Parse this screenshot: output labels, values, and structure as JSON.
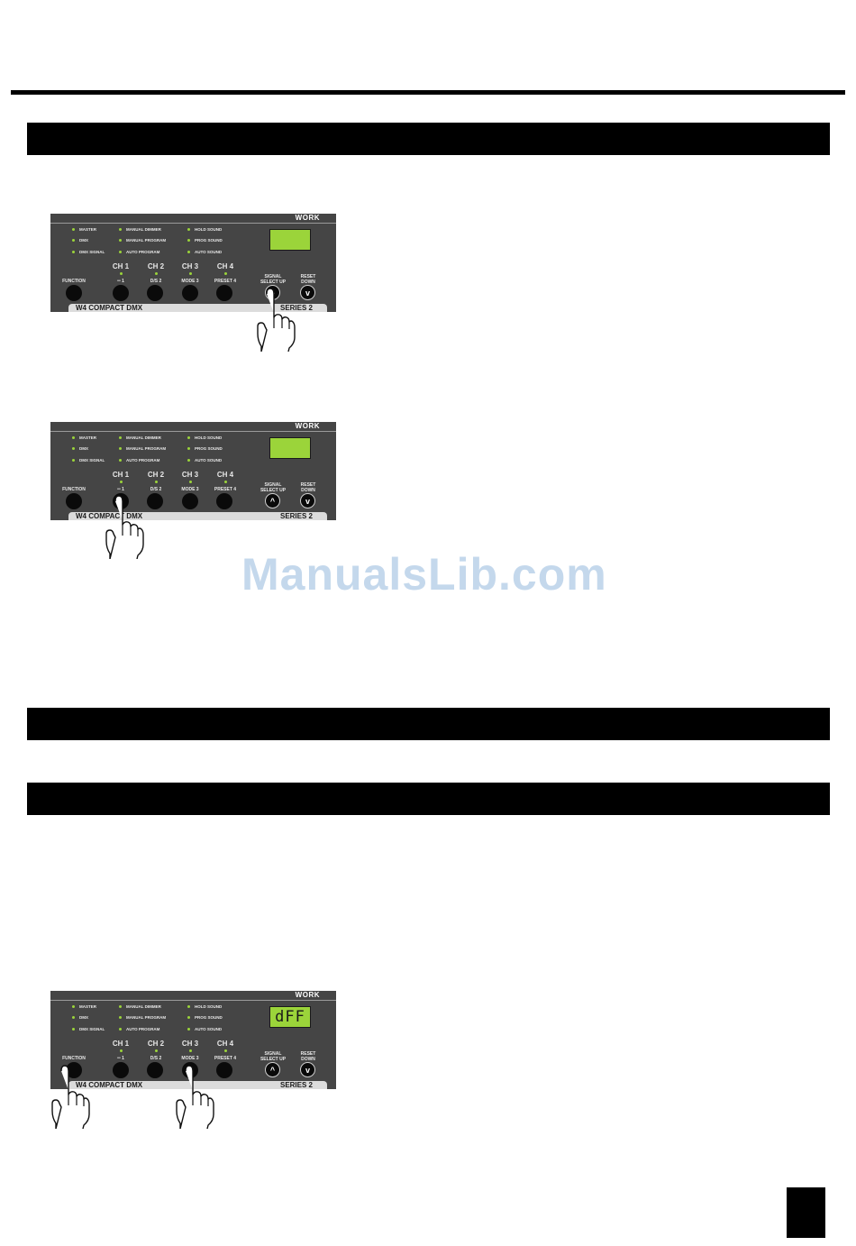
{
  "panel": {
    "brand": "WORK",
    "leds_col1": [
      "MASTER",
      "DMX",
      "DMX SIGNAL"
    ],
    "leds_col2": [
      "MANUAL DIMMER",
      "MANUAL PROGRAM",
      "AUTO PROGRAM"
    ],
    "leds_col3": [
      "HOLD SOUND",
      "PROG SOUND",
      "AUTO SOUND"
    ],
    "channels": [
      "CH 1",
      "CH 2",
      "CH 3",
      "CH 4"
    ],
    "function_label": "FUNCTION",
    "button_labels": [
      "1",
      "D/S 2",
      "MODE 3",
      "PRESET 4"
    ],
    "up_label_1": "SIGNAL",
    "up_label_2": "SELECT UP",
    "down_label_1": "RESET",
    "down_label_2": "DOWN",
    "up_symbol": "^",
    "down_symbol": "v",
    "model": "W4 COMPACT DMX",
    "series": "SERIES 2"
  },
  "figure3": {
    "display": "dFF"
  },
  "watermark": "ManualsLib.com",
  "colors": {
    "panel": "#454545",
    "led": "#9bd43a",
    "lcd": "#9bd43a"
  }
}
